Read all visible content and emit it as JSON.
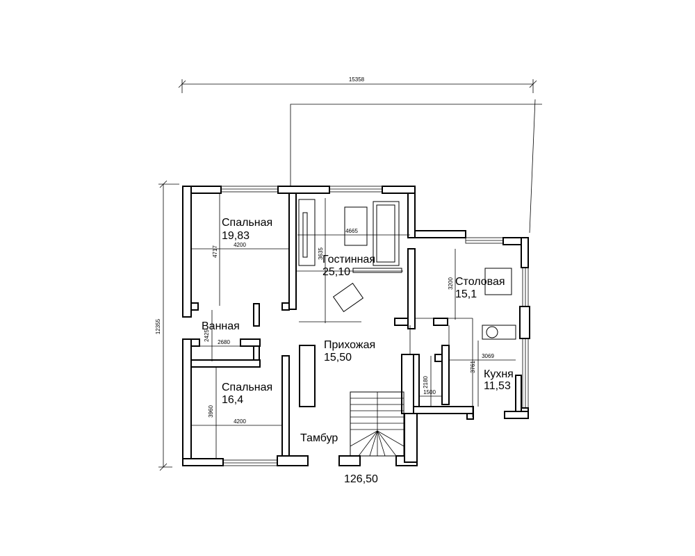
{
  "rooms": {
    "bedroom1": {
      "name": "Спальная",
      "area": "19,83"
    },
    "living": {
      "name": "Гостинная",
      "area": "25,10"
    },
    "dining": {
      "name": "Столовая",
      "area": "15,1"
    },
    "bath": {
      "name": "Ванная"
    },
    "hall": {
      "name": "Прихожая",
      "area": "15,50"
    },
    "bedroom2": {
      "name": "Спальная",
      "area": "16,4"
    },
    "kitchen": {
      "name": "Кухня",
      "area": "11,53"
    },
    "vestibule": {
      "name": "Тамбур"
    }
  },
  "total_area": "126,50",
  "dimensions": {
    "overall_width": "15358",
    "overall_height": "12355",
    "bed1_width": "4200",
    "bed1_height": "4717",
    "living_width": "4665",
    "living_height": "3635",
    "dining_height": "3200",
    "bath_width": "2680",
    "bath_height": "2425",
    "bed2_width": "4200",
    "bed2_height": "3960",
    "closet_width": "1500",
    "closet_height": "2180",
    "kitchen_width": "3069",
    "kitchen_height": "3761"
  }
}
